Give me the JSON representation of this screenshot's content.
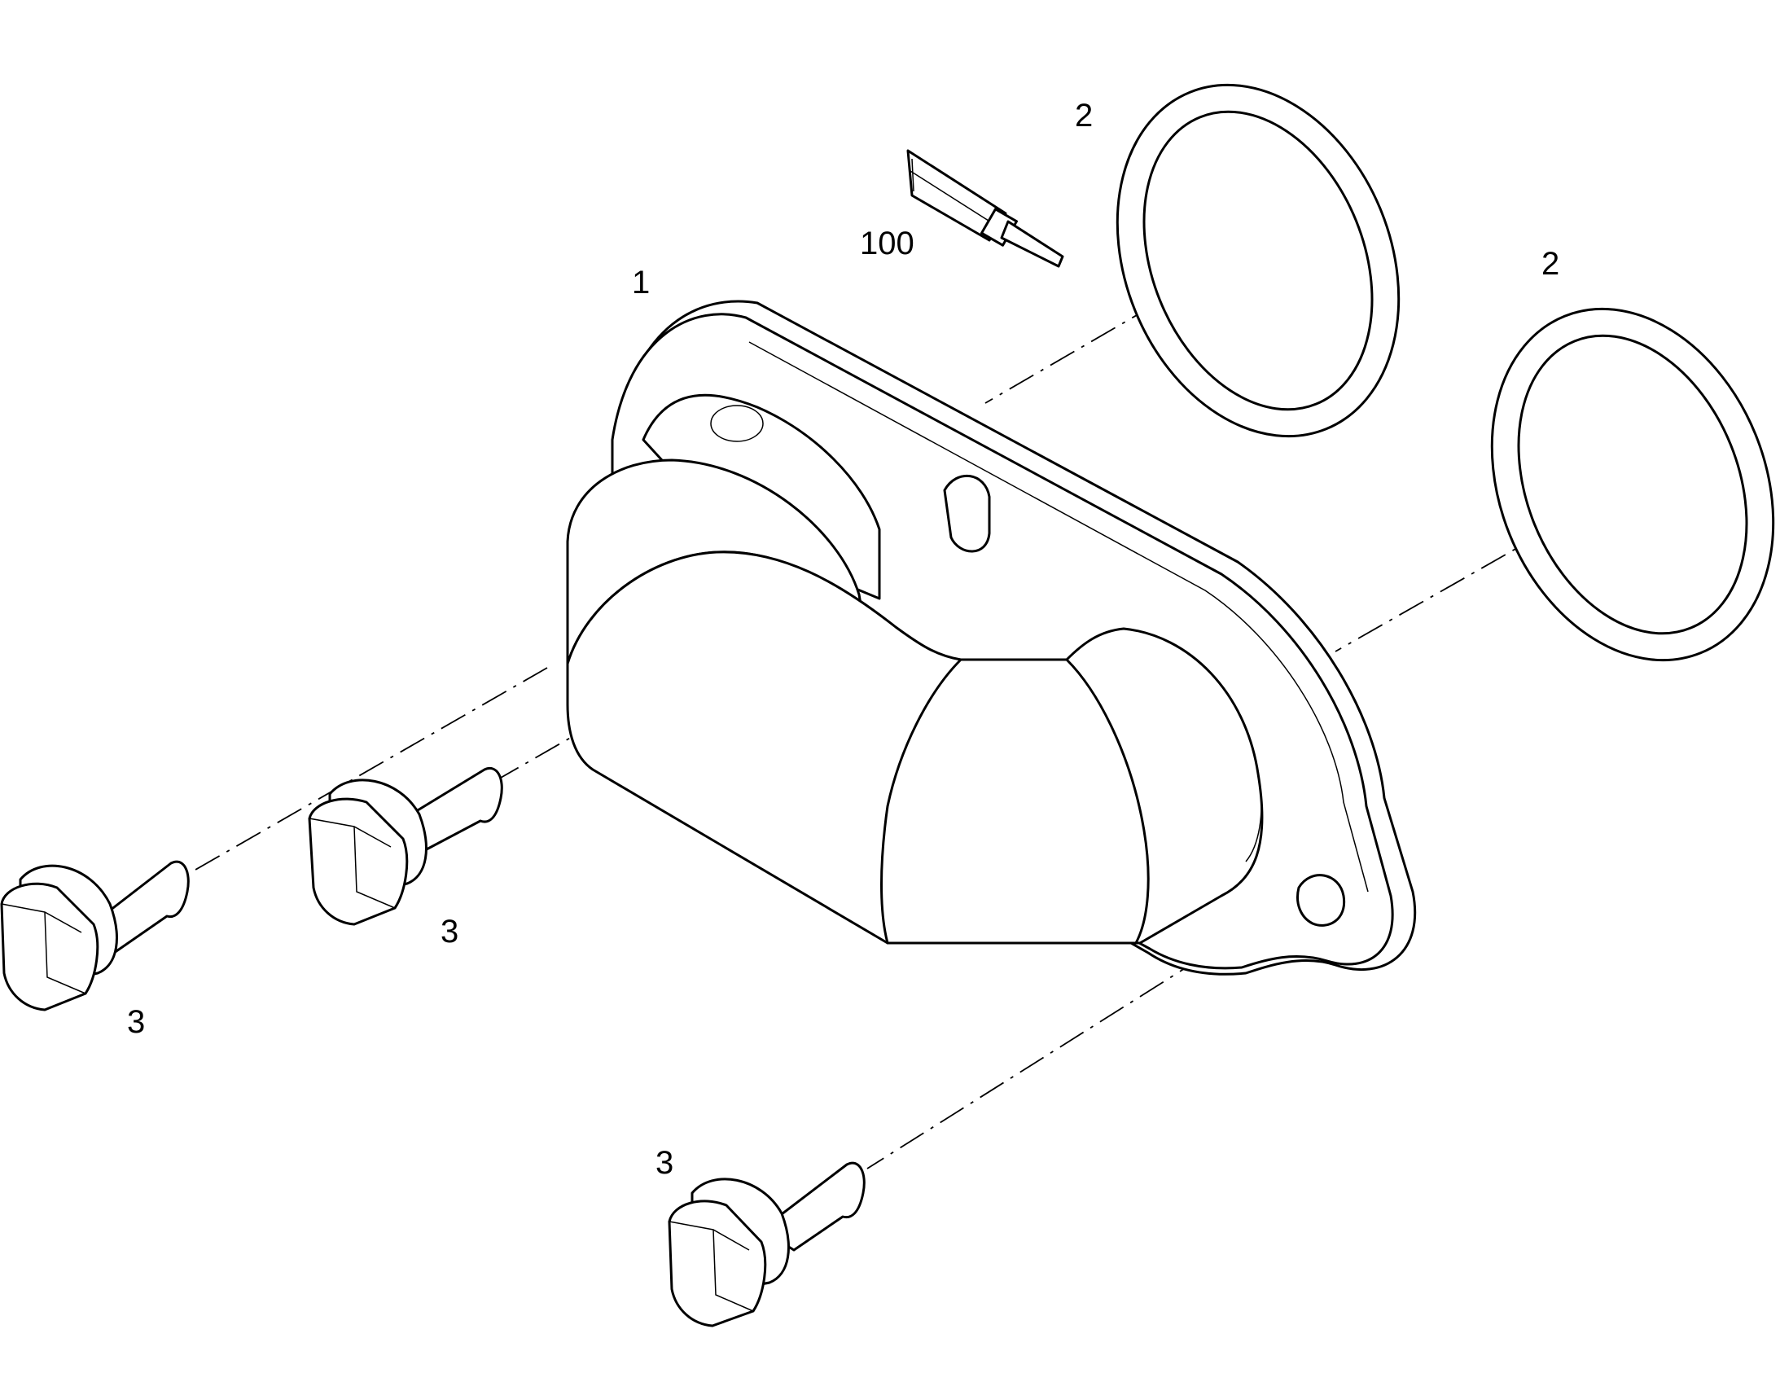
{
  "callouts": {
    "housing": "1",
    "o_ring_upper": "2",
    "o_ring_lower": "2",
    "bolt_mid": "3",
    "bolt_left": "3",
    "bolt_bottom": "3",
    "sealant": "100"
  },
  "colors": {
    "line": "#000000",
    "background": "#ffffff"
  }
}
